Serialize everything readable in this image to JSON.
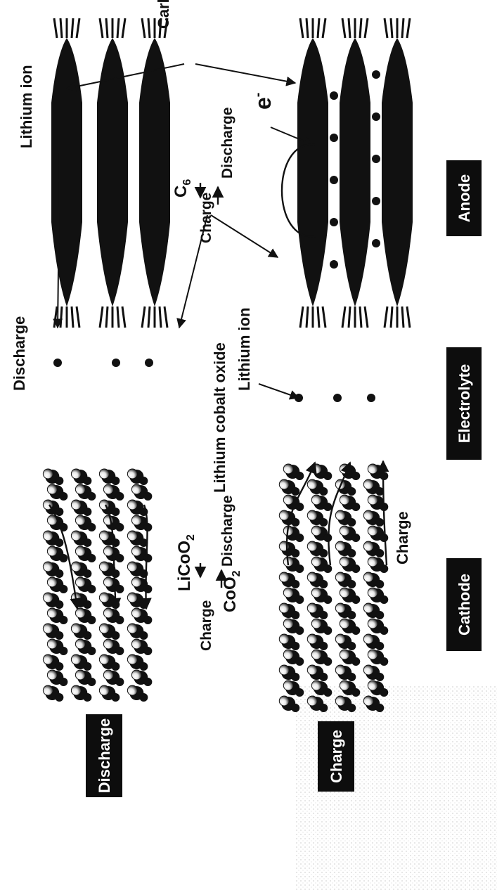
{
  "labels": {
    "carbon": "Carbon",
    "lithium_ion_top": "Lithium ion",
    "lithium_ion_mid": "Lithium ion",
    "discharge_top": "Discharge",
    "charge_bottom": "Charge",
    "lithium_cobalt_oxide": "Lithium cobalt oxide",
    "electron": "e",
    "anode_reaction_top": "C",
    "anode_reaction_sub": "6",
    "anode_charge": "Charge",
    "anode_discharge": "Discharge",
    "cathode_top": "LiCoO",
    "cathode_top_sub": "2",
    "cathode_bottom": "CoO",
    "cathode_bottom_sub": "2",
    "cathode_charge": "Charge",
    "cathode_discharge": "Discharge"
  },
  "boxes": {
    "discharge": "Discharge",
    "charge": "Charge",
    "cathode": "Cathode",
    "electrolyte": "Electrolyte",
    "anode": "Anode"
  },
  "colors": {
    "ink": "#111111",
    "box": "#0d0d0d",
    "box_text": "#ffffff",
    "paper": "#ffffff"
  }
}
